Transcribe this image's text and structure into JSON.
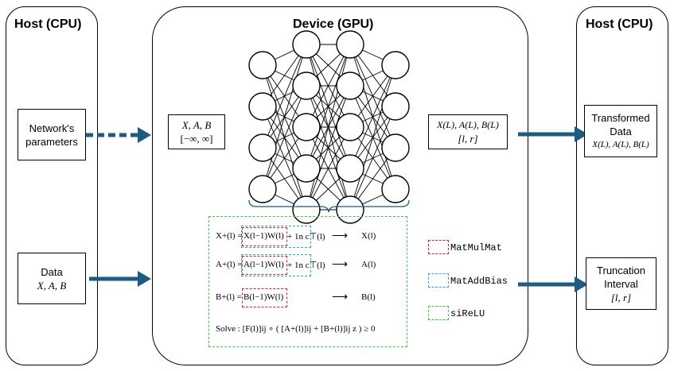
{
  "panels": {
    "host_left_title": "Host (CPU)",
    "device_title": "Device (GPU)",
    "host_right_title": "Host (CPU)"
  },
  "left_boxes": {
    "network_params": [
      "Network's",
      "parameters"
    ],
    "data_title": "Data",
    "data_vars": "X, A, B"
  },
  "input_box": {
    "vars": "X, A, B",
    "interval": "[−∞, ∞]"
  },
  "output_box": {
    "vars": "X(L), A(L), B(L)",
    "interval": "[l, r]"
  },
  "right_boxes": {
    "transformed": [
      "Transformed",
      "Data"
    ],
    "transformed_vars": "X(L), A(L), B(L)",
    "truncation": [
      "Truncation",
      "Interval"
    ],
    "truncation_interval": "[l, r]"
  },
  "equations": {
    "x_lhs": "X+(l) =",
    "x_mm": "X(l−1)W(l)",
    "x_bias": "+ 1n c⊤(l)",
    "x_result": "X(l)",
    "a_lhs": "A+(l) =",
    "a_mm": "A(l−1)W(l)",
    "a_bias": "+ 1n c⊤(l)",
    "a_result": "A(l)",
    "b_lhs": "B+(l) =",
    "b_mm": "B(l−1)W(l)",
    "b_result": "B(l)",
    "arrow": "⟶",
    "solve": "Solve :   [F(l)]ij ∘ ( [A+(l)]ij + [B+(l)]ij z ) ≥ 0"
  },
  "legend": [
    {
      "label": "MatMulMat",
      "color": "#e02020"
    },
    {
      "label": "MatAddBias",
      "color": "#28a8e0"
    },
    {
      "label": "siReLU",
      "color": "#3cc83c"
    }
  ],
  "colors": {
    "arrow": "#1e5b82",
    "green": "#3cc83c",
    "red": "#e02020",
    "blue": "#28a8e0"
  },
  "network": {
    "layers": [
      4,
      5,
      5,
      4
    ]
  }
}
